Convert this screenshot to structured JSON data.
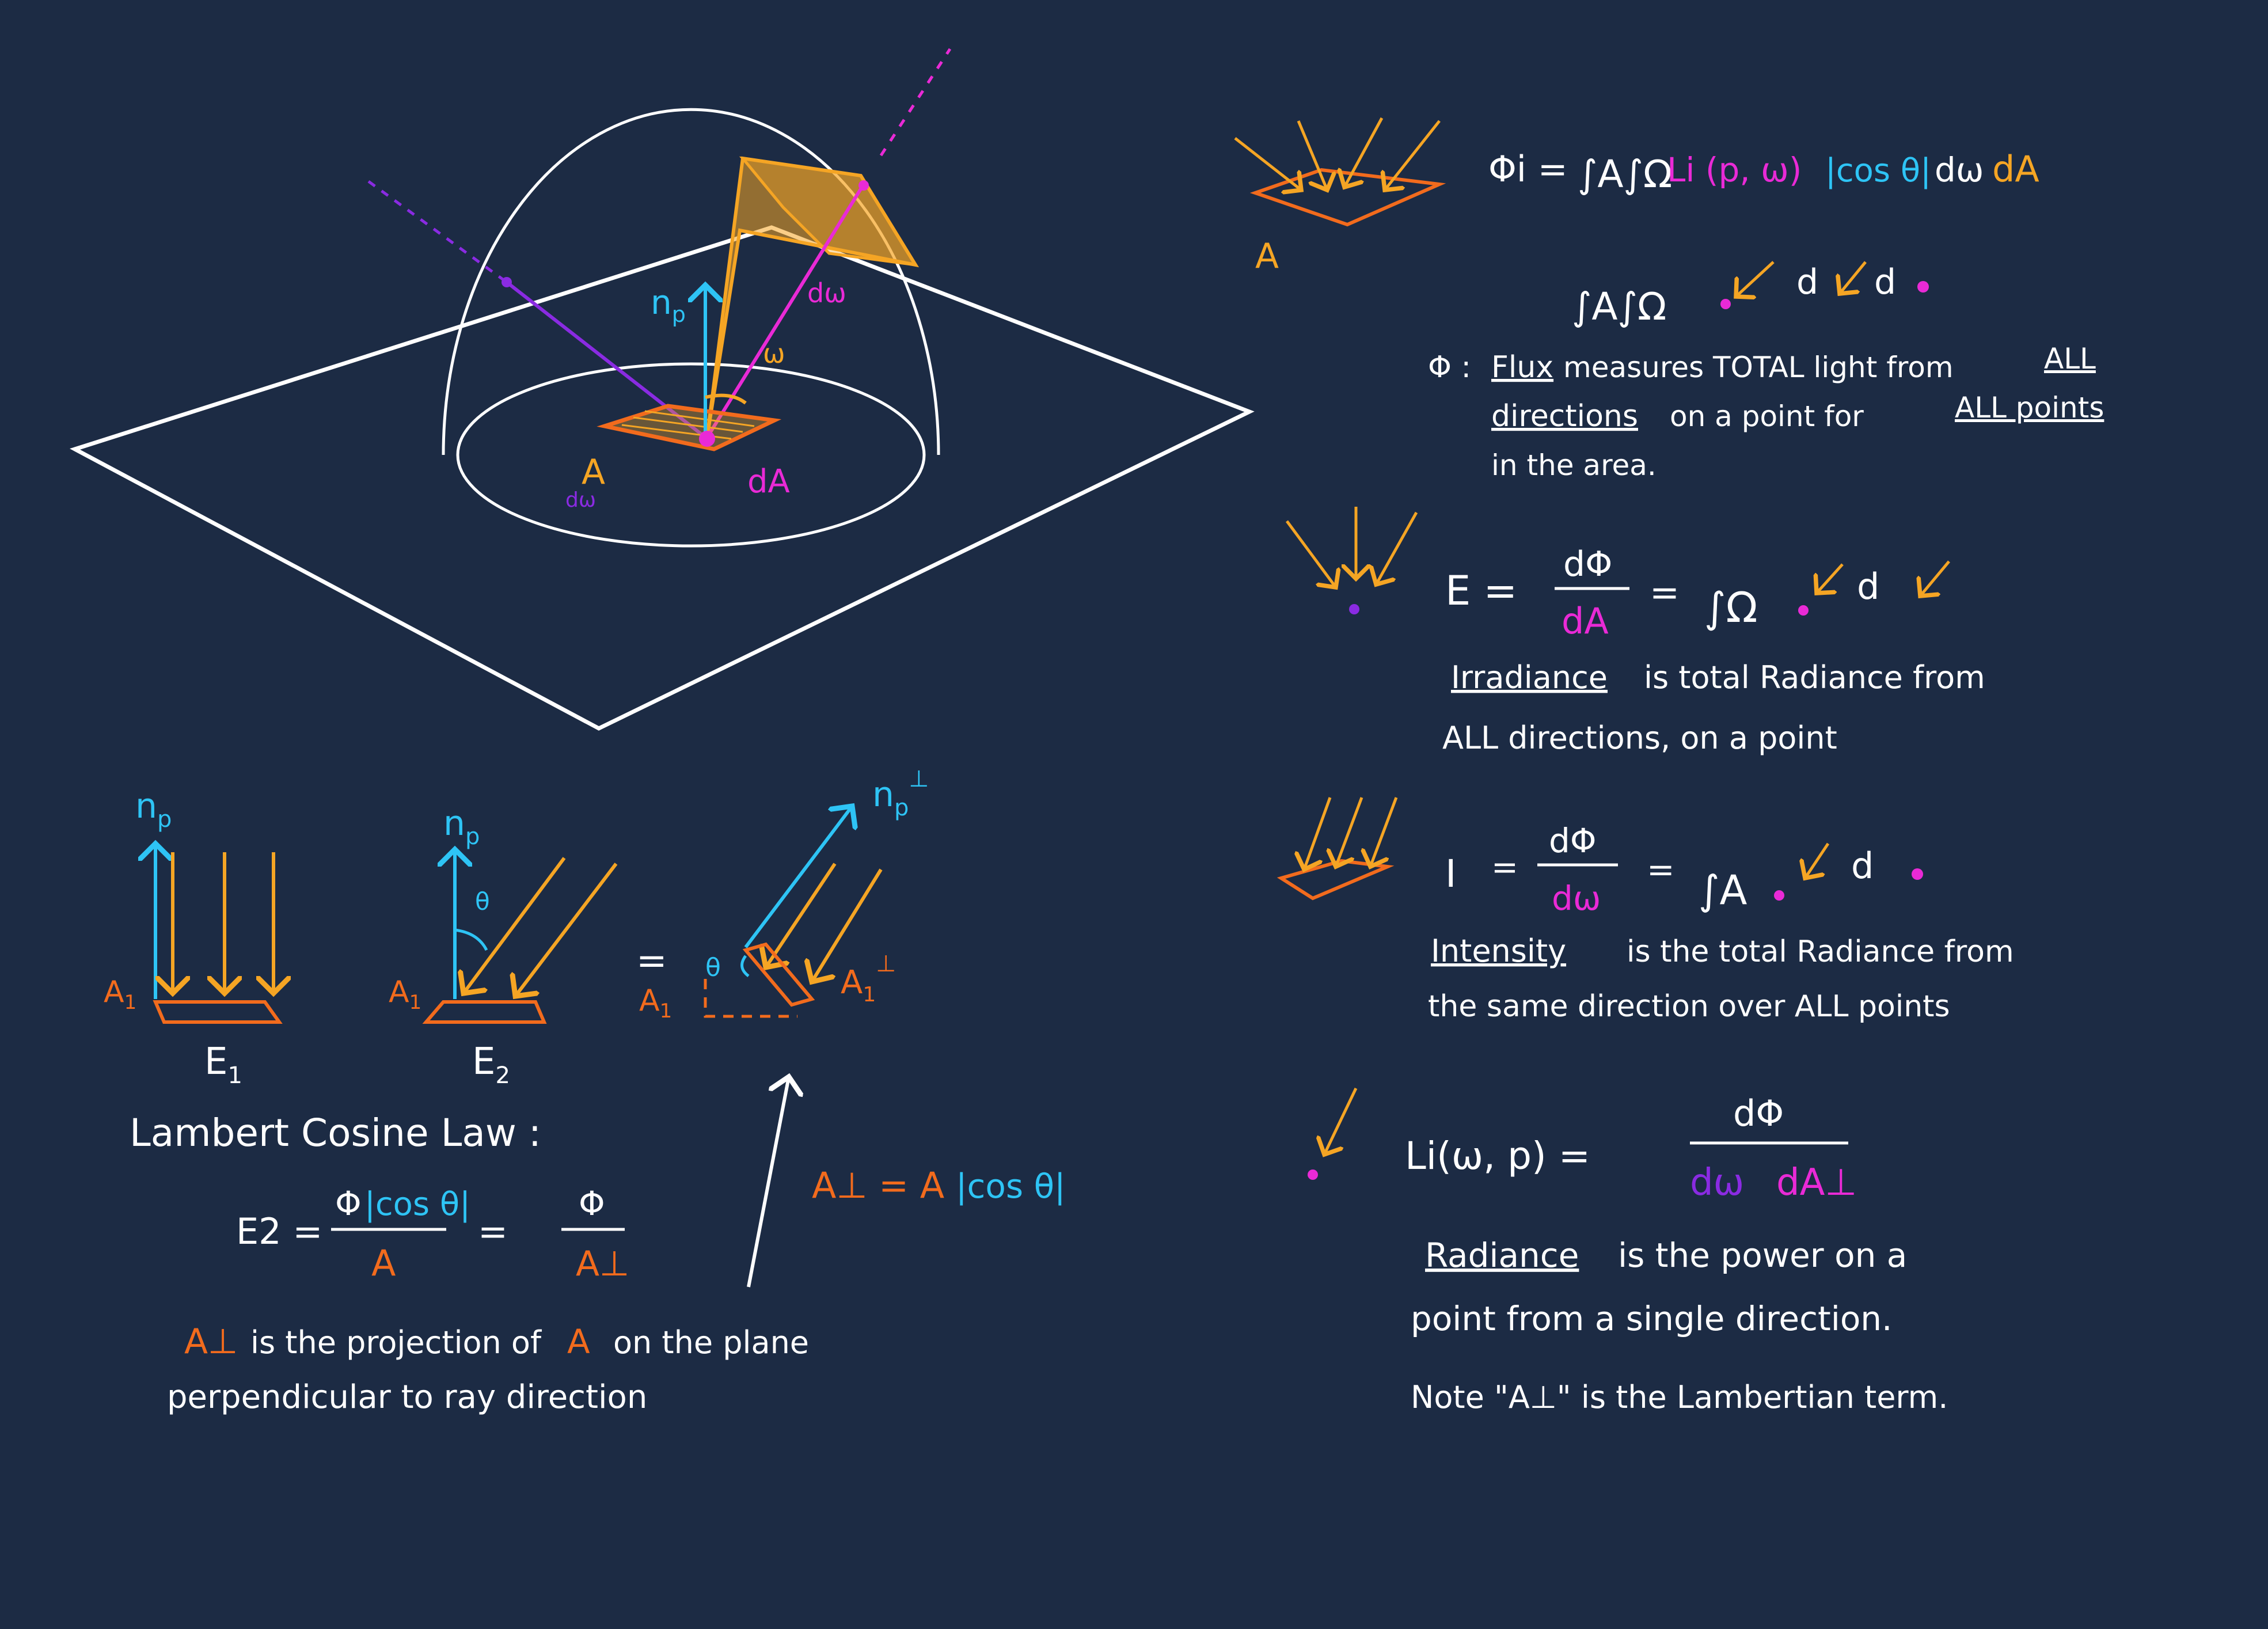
{
  "colors": {
    "background": "#1c2b44",
    "white": "#ffffff",
    "orange": "#f5a524",
    "red_orange": "#f26b1d",
    "cyan": "#2ec4f5",
    "magenta": "#e92ad6",
    "purple": "#8a2be2"
  },
  "diagram3d": {
    "label_np": "n",
    "label_np_sub": "p",
    "label_dw": "dω",
    "label_w": "ω",
    "label_A": "A",
    "label_A_sub": "dω",
    "label_dA": "dA"
  },
  "lambert": {
    "np1": "n",
    "np1_sub": "p",
    "np2": "n",
    "np2_sub": "p",
    "np3": "n",
    "np3_sub": "p",
    "np3_sup": "⊥",
    "A1_left": "A",
    "A1_left_sub": "1",
    "A1_mid": "A",
    "A1_mid_sub": "1",
    "A1_right": "A",
    "A1_right_sub": "1",
    "A1_perp": "A",
    "A1_perp_sub": "1",
    "A1_perp_sup": "⊥",
    "theta_mid": "θ",
    "theta_right": "θ",
    "equals_sign": "=",
    "E1": "E",
    "E1_sub": "1",
    "E2": "E",
    "E2_sub": "2",
    "title": "Lambert Cosine Law :",
    "formula_lhs": "E2 =",
    "formula_num_phi": "Φ",
    "formula_num_cos": "|cos θ|",
    "formula_den": "A",
    "formula_eq2": "=",
    "formula_num2": "Φ",
    "formula_den2": "A⊥",
    "perp_eq_lhs": "A⊥ = A",
    "perp_eq_rhs": "|cos θ|",
    "note_A_perp": "A⊥",
    "note_line1_a": "is the projection of",
    "note_line1_A": "A",
    "note_line1_b": "on the plane",
    "note_line2": "perpendicular to ray direction"
  },
  "flux": {
    "label_A": "A",
    "eq_lhs": "Φi =",
    "eq_int": "∫A∫Ω",
    "eq_Li": "Li (p, ω)",
    "eq_cos": "|cos θ|",
    "eq_dw": "dω",
    "eq_dA": "dA",
    "sym_int": "∫A∫Ω",
    "sym_d1": "d",
    "sym_d2": "d",
    "desc_phi": "Φ :",
    "desc_flux": "Flux",
    "desc_1": "measures TOTAL light from",
    "desc_all": "ALL",
    "desc_directions": "directions",
    "desc_2": "on a point for",
    "desc_all_points": "ALL points",
    "desc_3": "in the area."
  },
  "irradiance": {
    "eq_E": "E =",
    "eq_num": "dΦ",
    "eq_den": "dA",
    "eq_eq": "=",
    "eq_int": "∫Ω",
    "eq_d": "d",
    "desc_word": "Irradiance",
    "desc_1": "is total Radiance from",
    "desc_2": "ALL directions, on a point"
  },
  "intensity": {
    "eq_I": "I",
    "eq_eq1": "=",
    "eq_num": "dΦ",
    "eq_den": "dω",
    "eq_eq2": "=",
    "eq_int": "∫A",
    "eq_d": "d",
    "desc_word": "Intensity",
    "desc_1": "is the total Radiance from",
    "desc_2": "the same direction over ALL points"
  },
  "radiance": {
    "eq_lhs": "Li(ω, p) =",
    "eq_num": "dΦ",
    "eq_den_dw": "dω",
    "eq_den_dA": "dA⊥",
    "desc_word": "Radiance",
    "desc_1": "is the power on a",
    "desc_2": "point from a single direction.",
    "desc_3": "Note \"A⊥\" is the Lambertian term."
  }
}
